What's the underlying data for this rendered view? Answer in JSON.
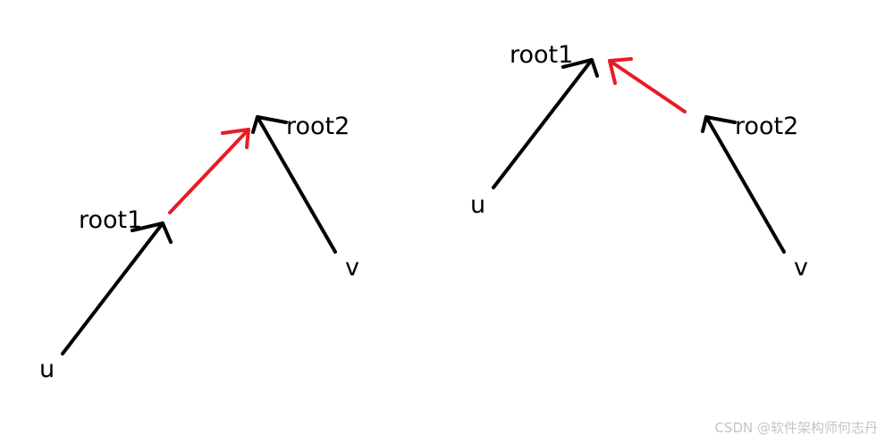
{
  "diagram_left": {
    "labels": {
      "root1": "root1",
      "root2": "root2",
      "u": "u",
      "v": "v"
    }
  },
  "diagram_right": {
    "labels": {
      "root1": "root1",
      "root2": "root2",
      "u": "u",
      "v": "v"
    }
  },
  "colors": {
    "tree_edge": "#000000",
    "link_edge": "#e81c24",
    "watermark": "#c4c4c4"
  },
  "watermark": "CSDN @软件架构师何志丹"
}
